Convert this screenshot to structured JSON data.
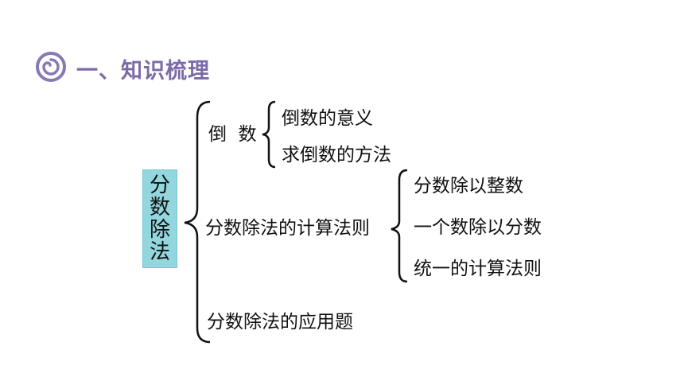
{
  "title": "一、知识梳理",
  "icon": "spiral-icon",
  "accent_color": "#7b6aa7",
  "root_color": "#92d6de",
  "diagram": {
    "root": [
      "分",
      "数",
      "除",
      "法"
    ],
    "level1": [
      "倒  数",
      "分数除法的计算法则",
      "分数除法的应用题"
    ],
    "reciprocal_children": [
      "倒数的意义",
      "求倒数的方法"
    ],
    "rule_children": [
      "分数除以整数",
      "一个数除以分数",
      "统一的计算法则"
    ]
  }
}
